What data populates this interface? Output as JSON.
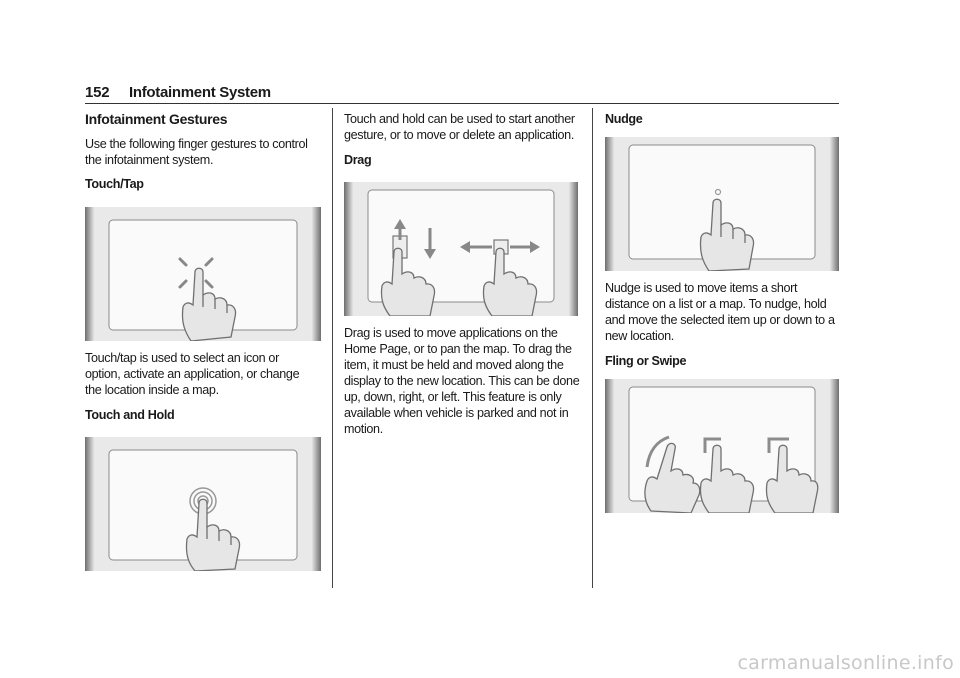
{
  "header": {
    "page_number": "152",
    "chapter": "Infotainment System"
  },
  "section_title": "Infotainment Gestures",
  "intro": "Use the following finger gestures to control the infotainment system.",
  "gestures": {
    "touch_tap": {
      "heading": "Touch/Tap",
      "text": "Touch/tap is used to select an icon or option, activate an application, or change the location inside a map.",
      "icon": "finger-tap-icon"
    },
    "touch_hold": {
      "heading": "Touch and Hold",
      "text": "Touch and hold can be used to start another gesture, or to move or delete an application.",
      "icon": "finger-hold-icon"
    },
    "drag": {
      "heading": "Drag",
      "text": "Drag is used to move applications on the Home Page, or to pan the map. To drag the item, it must be held and moved along the display to the new location. This can be done up, down, right, or left. This feature is only available when vehicle is parked and not in motion.",
      "icon": "finger-drag-icon"
    },
    "nudge": {
      "heading": "Nudge",
      "text": "Nudge is used to move items a short distance on a list or a map. To nudge, hold and move the selected item up or down to a new location.",
      "icon": "finger-nudge-icon"
    },
    "fling": {
      "heading": "Fling or Swipe",
      "icon": "finger-swipe-icon"
    }
  },
  "footer": {
    "watermark": "carmanualsonline.info"
  },
  "colors": {
    "bezel_dark": "#6e6e6e",
    "bezel_light": "#eeeeee",
    "screen": "#fafafa",
    "finger": "#e6e6e6",
    "finger_stroke": "#707070"
  }
}
